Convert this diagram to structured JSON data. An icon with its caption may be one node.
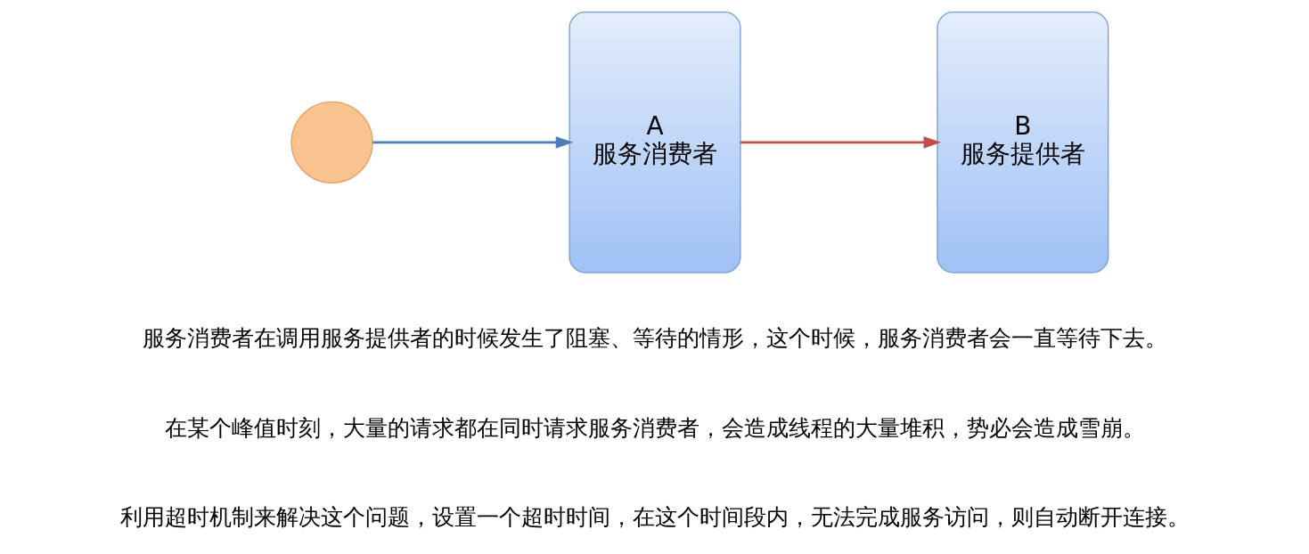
{
  "diagram": {
    "nodes": [
      {
        "text": [],
        "shape": "circle"
      },
      {
        "text": [
          "A",
          "服务消费者"
        ]
      },
      {
        "text": [
          "B",
          "服务提供者"
        ]
      }
    ],
    "edges": [
      {
        "from": 0,
        "to": 1,
        "arrow": "to"
      },
      {
        "from": 1,
        "to": 2,
        "arrow": "to",
        "color": "#c0504d"
      }
    ],
    "labels": [
      "服务消费者在调用服务提供者的时候发生了阻塞、等待的情形，这个时候，服务消费者会一直等待下去。",
      "在某个峰值时刻，大量的请求都在同时请求服务消费者，会造成线程的大量堆积，势必会造成雪崩。",
      "利用超时机制来解决这个问题，设置一个超时时间，在这个时间段内，无法完成服务访问，则自动断开连接。"
    ]
  }
}
